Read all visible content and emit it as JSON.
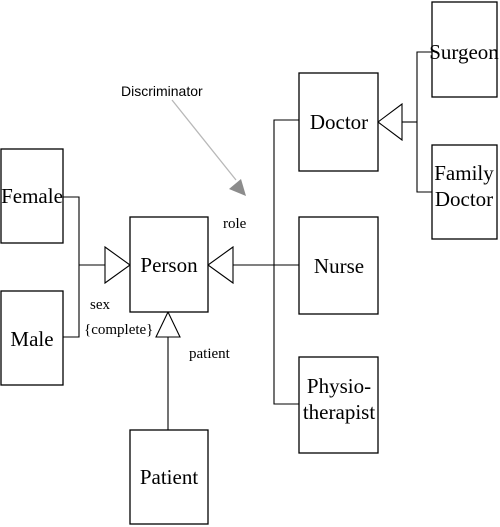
{
  "classes": {
    "female": "Female",
    "male": "Male",
    "person": "Person",
    "patient": "Patient",
    "doctor": "Doctor",
    "nurse": "Nurse",
    "physio_line1": "Physio-",
    "physio_line2": "therapist",
    "surgeon": "Surgeon",
    "family_doctor_line1": "Family",
    "family_doctor_line2": "Doctor"
  },
  "labels": {
    "sex": "sex",
    "complete": "{complete}",
    "role": "role",
    "patient": "patient",
    "discriminator": "Discriminator"
  },
  "colors": {
    "discriminator_arrow": "#8c8c8c"
  }
}
